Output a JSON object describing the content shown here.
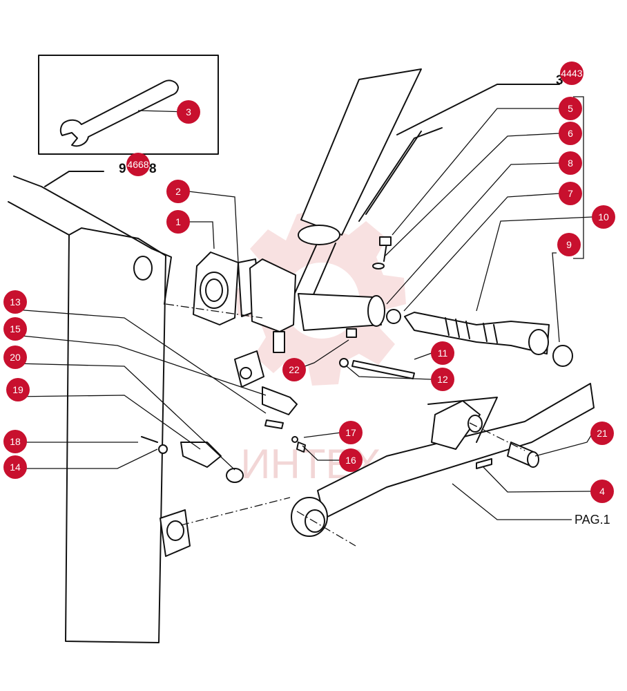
{
  "callouts": [
    {
      "id": "1",
      "label": "1"
    },
    {
      "id": "2",
      "label": "2"
    },
    {
      "id": "3",
      "label": "3"
    },
    {
      "id": "4",
      "label": "4"
    },
    {
      "id": "5",
      "label": "5"
    },
    {
      "id": "6",
      "label": "6"
    },
    {
      "id": "7",
      "label": "7"
    },
    {
      "id": "8",
      "label": "8"
    },
    {
      "id": "9",
      "label": "9"
    },
    {
      "id": "10",
      "label": "10"
    },
    {
      "id": "11",
      "label": "11"
    },
    {
      "id": "12",
      "label": "12"
    },
    {
      "id": "13",
      "label": "13"
    },
    {
      "id": "14",
      "label": "14"
    },
    {
      "id": "15",
      "label": "15"
    },
    {
      "id": "16",
      "label": "16"
    },
    {
      "id": "17",
      "label": "17"
    },
    {
      "id": "18",
      "label": "18"
    },
    {
      "id": "19",
      "label": "19"
    },
    {
      "id": "20",
      "label": "20"
    },
    {
      "id": "21",
      "label": "21"
    },
    {
      "id": "22",
      "label": "22"
    }
  ],
  "ref_badges": {
    "top_right": "4443",
    "tool_box": "4668"
  },
  "ref_texts": {
    "top_right": "3",
    "tool_box": "9",
    "tool_box_end": "8"
  },
  "page_ref": "PAG.1",
  "watermark": {
    "text": "ИНТЕХ",
    "color": "#e8b5b5"
  },
  "colors": {
    "callout": "#c8102e",
    "ink": "#111111",
    "watermark": "#f3c9c9"
  }
}
